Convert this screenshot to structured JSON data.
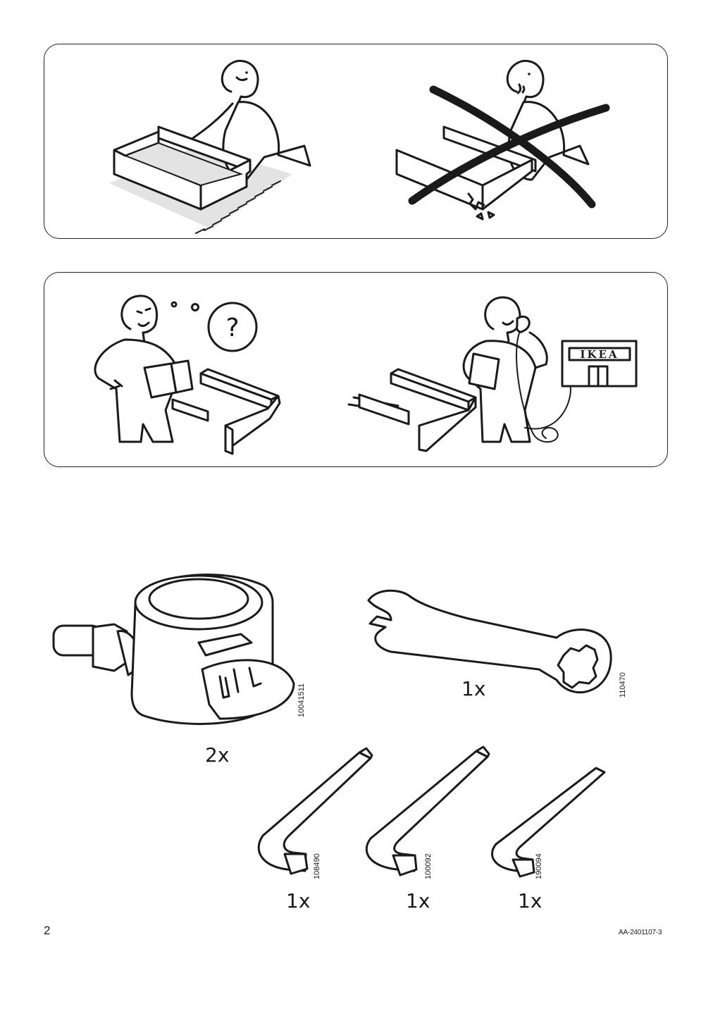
{
  "panels": [
    {
      "id": "use-soft-surface",
      "left_scene": "person-assembling-on-rug",
      "right_scene": "person-assembling-on-hard-floor-crossed-out"
    },
    {
      "id": "contact-ikea",
      "left_scene": "confused-person-with-instructions",
      "right_scene": "person-calling-ikea-store",
      "store_sign": "IKEA"
    }
  ],
  "components": [
    {
      "name": "cam-lock-fitting",
      "quantity": "2x",
      "part_number": "10041511"
    },
    {
      "name": "spanner",
      "quantity": "1x",
      "part_number": "110470"
    },
    {
      "name": "allen-key-large",
      "quantity": "1x",
      "part_number": "108490"
    },
    {
      "name": "allen-key-medium",
      "quantity": "1x",
      "part_number": "100092"
    },
    {
      "name": "allen-key-small",
      "quantity": "1x",
      "part_number": "190094"
    }
  ],
  "footer": {
    "page_number": "2",
    "document_code": "AA-2401107-3"
  },
  "colors": {
    "line": "#1a1a1a",
    "rug": "#e3e3e3",
    "background": "#ffffff"
  }
}
